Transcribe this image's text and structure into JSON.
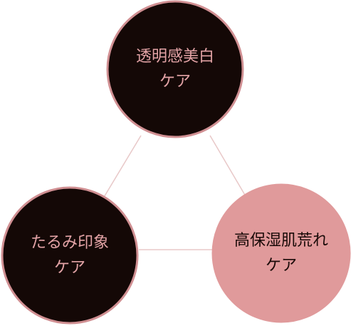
{
  "nodes": [
    {
      "id": "top",
      "line1": "透明感美白",
      "line2": "ケア",
      "style": "dark"
    },
    {
      "id": "left",
      "line1": "たるみ印象",
      "line2": "ケア",
      "style": "dark"
    },
    {
      "id": "right",
      "line1": "高保湿肌荒れ",
      "line2": "ケア",
      "style": "pink"
    }
  ],
  "colors": {
    "dark_fill": "#140806",
    "dark_stroke": "#d08f92",
    "pink_fill": "#e09a9b",
    "text_on_dark": "#e3a3a6",
    "text_on_pink": "#1a0a08",
    "connector": "#e8c8c8"
  }
}
